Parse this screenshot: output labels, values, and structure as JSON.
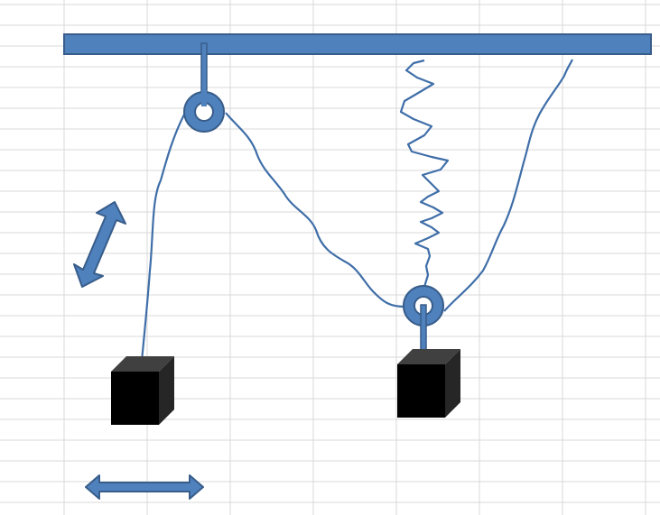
{
  "colors": {
    "background": "#ffffff",
    "gridline": "#d9d9d9",
    "shape_fill": "#4f81bd",
    "shape_stroke": "#385d8a",
    "rope": "#3f6ea8",
    "block_face": "#000000",
    "block_top": "#404040",
    "block_side": "#262626"
  },
  "diagram": {
    "elements": [
      "ceiling-beam",
      "fixed-pulley",
      "movable-pulley",
      "spring",
      "rope",
      "left-block",
      "right-block",
      "vertical-motion-arrow",
      "horizontal-motion-arrow"
    ],
    "left_arrow_icon": "double-headed-diagonal-arrow-icon",
    "bottom_arrow_icon": "double-headed-horizontal-arrow-icon"
  }
}
